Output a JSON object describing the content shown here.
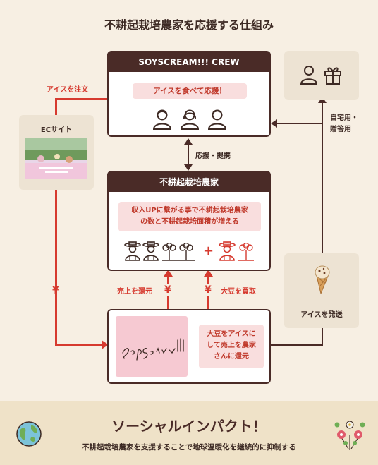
{
  "title": "不耕起栽培農家を応援する仕組み",
  "crew": {
    "header": "SOYSCREAM!!! CREW",
    "message": "アイスを食べて応援！"
  },
  "farmer": {
    "header": "不耕起栽培農家",
    "message_line1": "収入UPに繋がる事で不耕起栽培農家",
    "message_line2": "の数と不耕起栽培面積が増える"
  },
  "company": {
    "logo_text": "SoyScream!!!",
    "message_line1": "大豆をアイスに",
    "message_line2": "して売上を農家",
    "message_line3": "さんに還元"
  },
  "ec_site": {
    "label": "ECサイト"
  },
  "labels": {
    "order_ice": "アイスを注文",
    "support_provide": "応援・提携",
    "return_sales": "売上を還元",
    "buy_soy": "大豆を買取",
    "ship_ice": "アイスを発送",
    "home_gift_line1": "自宅用・",
    "home_gift_line2": "贈答用",
    "yen": "¥",
    "plus": "+"
  },
  "footer": {
    "headline": "ソーシャルインパクト！",
    "subline": "不耕起栽培農家を支援することで地球温暖化を継続的に抑制する"
  },
  "colors": {
    "brown": "#4a2b27",
    "red": "#d63a2f",
    "pink": "#f9dede",
    "beige": "#ede3d3"
  }
}
